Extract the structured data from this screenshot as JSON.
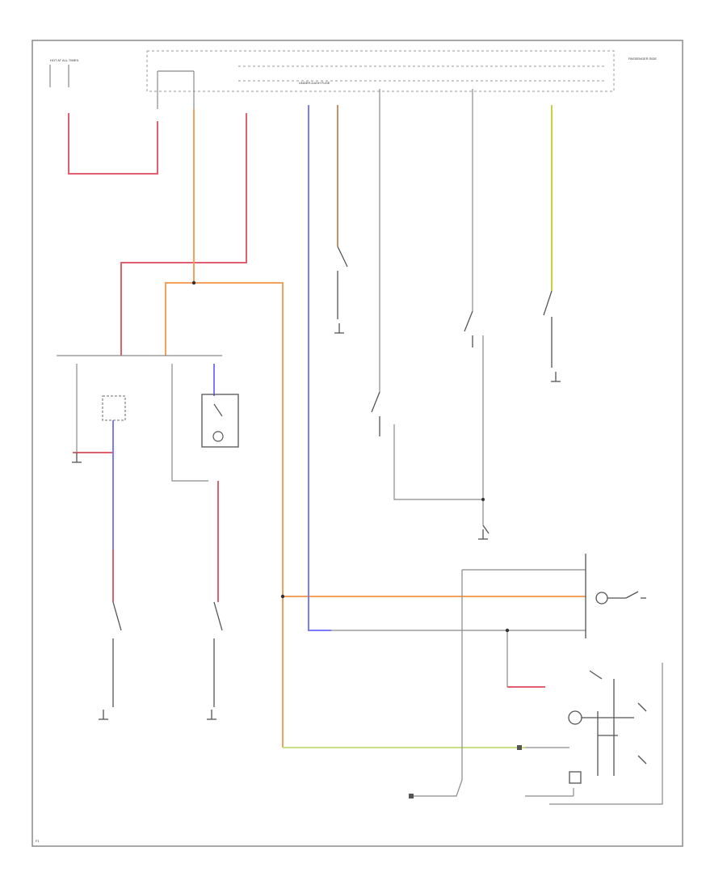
{
  "colors": {
    "red": "#e06070",
    "orange": "#f4a25a",
    "blue": "#7b7bff",
    "brown": "#c79263",
    "yellow": "#c8d040",
    "green": "#c8e080",
    "gray": "#8a8a8a",
    "dark": "#555555"
  },
  "labels": {
    "hot_at_all_times": "HOT AT ALL TIMES",
    "under_dash_fuse": "UNDER-DASH FUSE",
    "passenger_side_note": "PASSENGER SIDE",
    "page_footer": "F1"
  }
}
